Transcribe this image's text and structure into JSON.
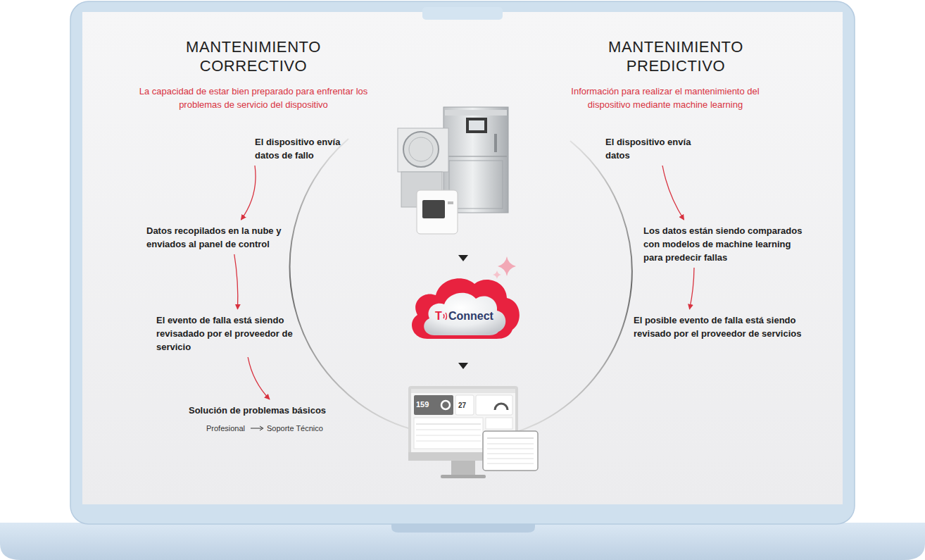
{
  "diagram": {
    "nodes": [
      {
        "text": [
          "El dispositivo envía datos de fallo"
        ]
      },
      {
        "text": [
          "Datos recopilados en la nube y enviados al panel de control"
        ]
      },
      {
        "text": [
          "El evento de falla está siendo revisadado por el proveedor de servicio"
        ]
      },
      {
        "text": [
          "Solución de problemas básicos"
        ]
      },
      {
        "text": [
          "El dispositivo envía datos"
        ]
      },
      {
        "text": [
          "Los datos están siendo comparados con modelos de machine learning para predecir fallas"
        ]
      },
      {
        "text": [
          "El posible evento de falla está siendo revisado por el proveedor de servicios"
        ]
      },
      {
        "text": [
          "T",
          "Connect"
        ]
      }
    ],
    "edges": [
      {
        "from": 0,
        "to": 1,
        "arrow": "to"
      },
      {
        "from": 1,
        "to": 2,
        "arrow": "to"
      },
      {
        "from": 2,
        "to": 3,
        "arrow": "to"
      },
      {
        "from": 4,
        "to": 5,
        "arrow": "to"
      },
      {
        "from": 5,
        "to": 6,
        "arrow": "to"
      }
    ],
    "labels": [
      "MANTENIMIENTO CORRECTIVO",
      "La capacidad de estar bien preparado para enfrentar los problemas de servicio del dispositivo",
      "MANTENIMIENTO PREDICTIVO",
      "Información para realizar el mantenimiento del dispositivo mediante machine learning",
      "Profesional",
      "Soporte Técnico",
      "159",
      "27"
    ]
  }
}
